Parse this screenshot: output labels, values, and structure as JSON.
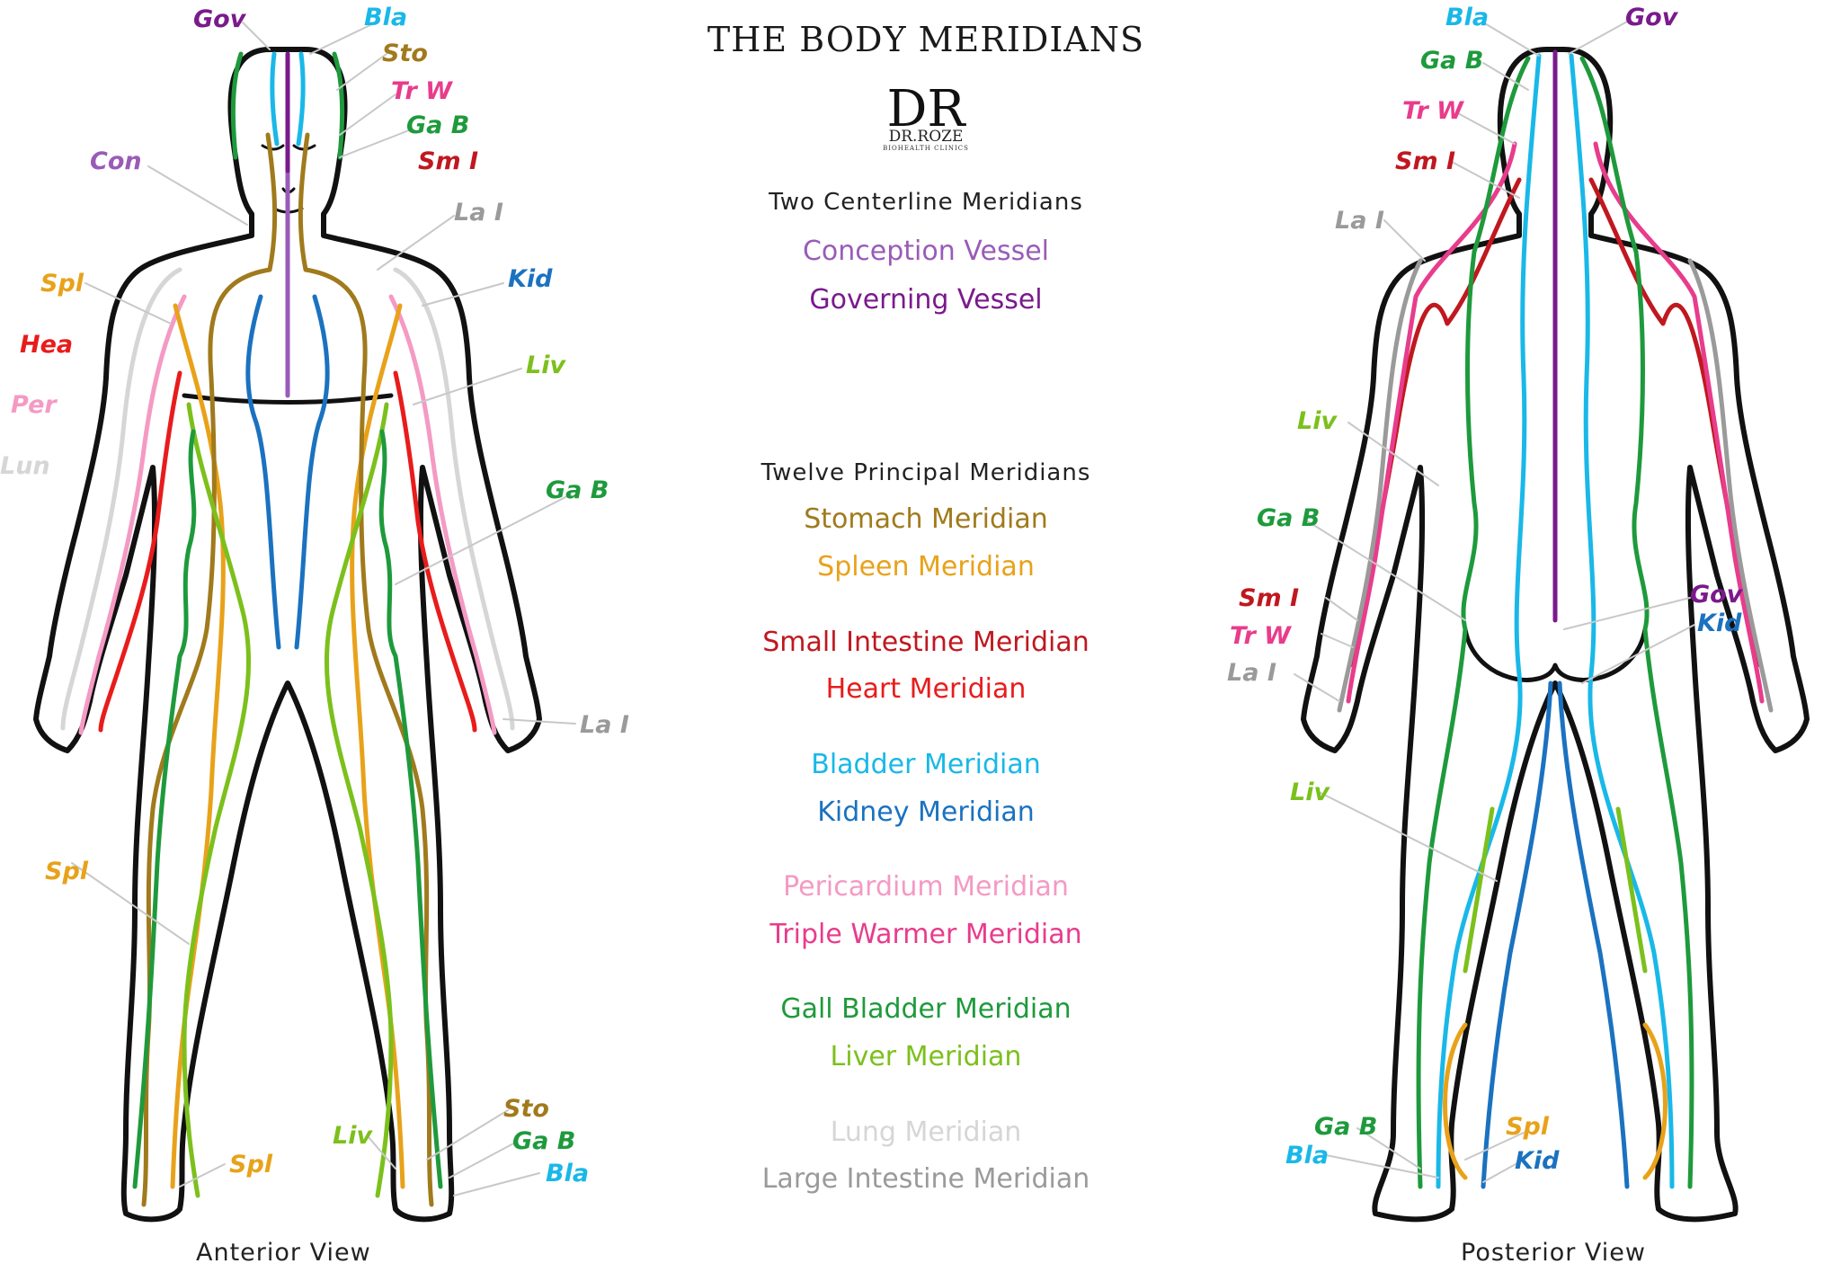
{
  "title": "THE BODY MERIDIANS",
  "logo": {
    "monogram": "DR",
    "name": "DR.ROZE",
    "subtitle": "BIOHEALTH CLINICS"
  },
  "sections": [
    {
      "heading": "Two Centerline Meridians",
      "items": [
        {
          "label": "Conception Vessel",
          "color": "#9a5bb8"
        },
        {
          "label": "Governing Vessel",
          "color": "#7a1a8c"
        }
      ]
    },
    {
      "heading": "Twelve Principal Meridians",
      "items": [
        {
          "label": "Stomach Meridian",
          "color": "#a07a1c"
        },
        {
          "label": "Spleen Meridian",
          "color": "#e8a21a"
        },
        {
          "label": "Small Intestine Meridian",
          "color": "#c0181f"
        },
        {
          "label": "Heart Meridian",
          "color": "#e81c1c"
        },
        {
          "label": "Bladder Meridian",
          "color": "#19b8e8"
        },
        {
          "label": "Kidney Meridian",
          "color": "#1a72c0"
        },
        {
          "label": "Pericardium Meridian",
          "color": "#f49ac4"
        },
        {
          "label": "Triple Warmer Meridian",
          "color": "#e83c8c"
        },
        {
          "label": "Gall Bladder Meridian",
          "color": "#1e9a3c"
        },
        {
          "label": "Liver Meridian",
          "color": "#7cc01c"
        },
        {
          "label": "Lung Meridian",
          "color": "#d6d6d6"
        },
        {
          "label": "Large Intestine Meridian",
          "color": "#9a9a9a"
        }
      ]
    }
  ],
  "anterior": {
    "caption": "Anterior View",
    "labels": [
      {
        "text": "Gov",
        "color": "#7a1a8c"
      },
      {
        "text": "Bla",
        "color": "#19b8e8"
      },
      {
        "text": "Sto",
        "color": "#a07a1c"
      },
      {
        "text": "Tr W",
        "color": "#e83c8c"
      },
      {
        "text": "Ga B",
        "color": "#1e9a3c"
      },
      {
        "text": "Sm I",
        "color": "#c0181f"
      },
      {
        "text": "Con",
        "color": "#9a5bb8"
      },
      {
        "text": "La I",
        "color": "#9a9a9a"
      },
      {
        "text": "Kid",
        "color": "#1a72c0"
      },
      {
        "text": "Spl",
        "color": "#e8a21a"
      },
      {
        "text": "Hea",
        "color": "#e81c1c"
      },
      {
        "text": "Liv",
        "color": "#7cc01c"
      },
      {
        "text": "Per",
        "color": "#f49ac4"
      },
      {
        "text": "Lun",
        "color": "#d6d6d6"
      },
      {
        "text": "Ga B",
        "color": "#1e9a3c"
      },
      {
        "text": "La I",
        "color": "#9a9a9a"
      },
      {
        "text": "Spl",
        "color": "#e8a21a"
      },
      {
        "text": "Sto",
        "color": "#a07a1c"
      },
      {
        "text": "Liv",
        "color": "#7cc01c"
      },
      {
        "text": "Ga B",
        "color": "#1e9a3c"
      },
      {
        "text": "Spl",
        "color": "#e8a21a"
      },
      {
        "text": "Bla",
        "color": "#19b8e8"
      }
    ]
  },
  "posterior": {
    "caption": "Posterior View",
    "labels": [
      {
        "text": "Bla",
        "color": "#19b8e8"
      },
      {
        "text": "Gov",
        "color": "#7a1a8c"
      },
      {
        "text": "Ga B",
        "color": "#1e9a3c"
      },
      {
        "text": "Tr W",
        "color": "#e83c8c"
      },
      {
        "text": "Sm I",
        "color": "#c0181f"
      },
      {
        "text": "La I",
        "color": "#9a9a9a"
      },
      {
        "text": "Liv",
        "color": "#7cc01c"
      },
      {
        "text": "Ga B",
        "color": "#1e9a3c"
      },
      {
        "text": "Sm I",
        "color": "#c0181f"
      },
      {
        "text": "Gov",
        "color": "#7a1a8c"
      },
      {
        "text": "Tr W",
        "color": "#e83c8c"
      },
      {
        "text": "Kid",
        "color": "#1a72c0"
      },
      {
        "text": "La I",
        "color": "#9a9a9a"
      },
      {
        "text": "Liv",
        "color": "#7cc01c"
      },
      {
        "text": "Ga B",
        "color": "#1e9a3c"
      },
      {
        "text": "Spl",
        "color": "#e8a21a"
      },
      {
        "text": "Bla",
        "color": "#19b8e8"
      },
      {
        "text": "Kid",
        "color": "#1a72c0"
      }
    ]
  }
}
